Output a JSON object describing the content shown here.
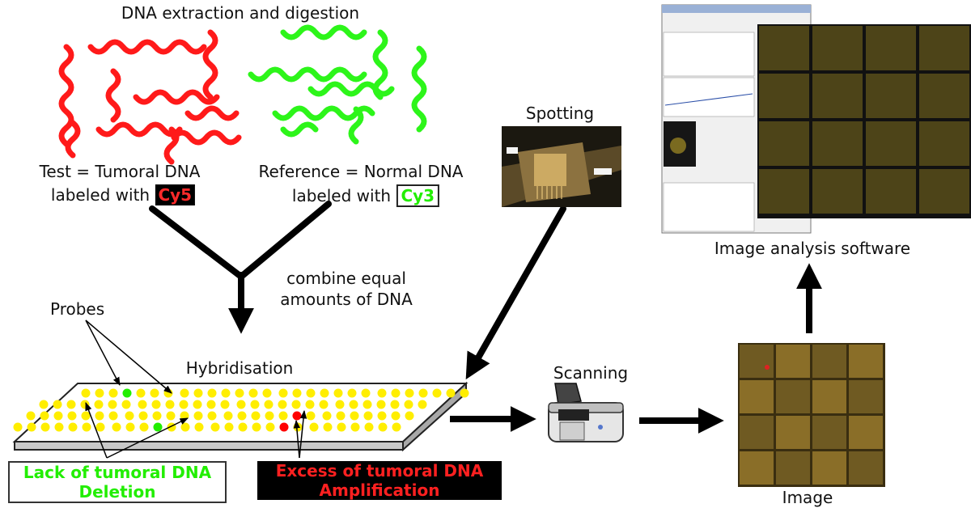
{
  "title": "DNA extraction and digestion",
  "test": {
    "line1": "Test = Tumoral DNA",
    "line2": "labeled with ",
    "tag": "Cy5"
  },
  "reference": {
    "line1": "Reference = Normal DNA",
    "line2": "labeled with ",
    "tag": "Cy3"
  },
  "combine": {
    "line1": "combine equal",
    "line2": "amounts of DNA"
  },
  "spotting": "Spotting",
  "probes": "Probes",
  "hybridisation": "Hybridisation",
  "scanning": "Scanning",
  "image": "Image",
  "software": "Image analysis software",
  "deletion": {
    "line1": "Lack of tumoral DNA",
    "line2": "Deletion"
  },
  "amplification": {
    "line1": "Excess of tumoral DNA",
    "line2": "Amplification"
  },
  "colors": {
    "red": "#ff0000",
    "green": "#22ee00",
    "probe": "#ffee00",
    "slide": "#d8d8d8",
    "arrow": "#000000"
  }
}
